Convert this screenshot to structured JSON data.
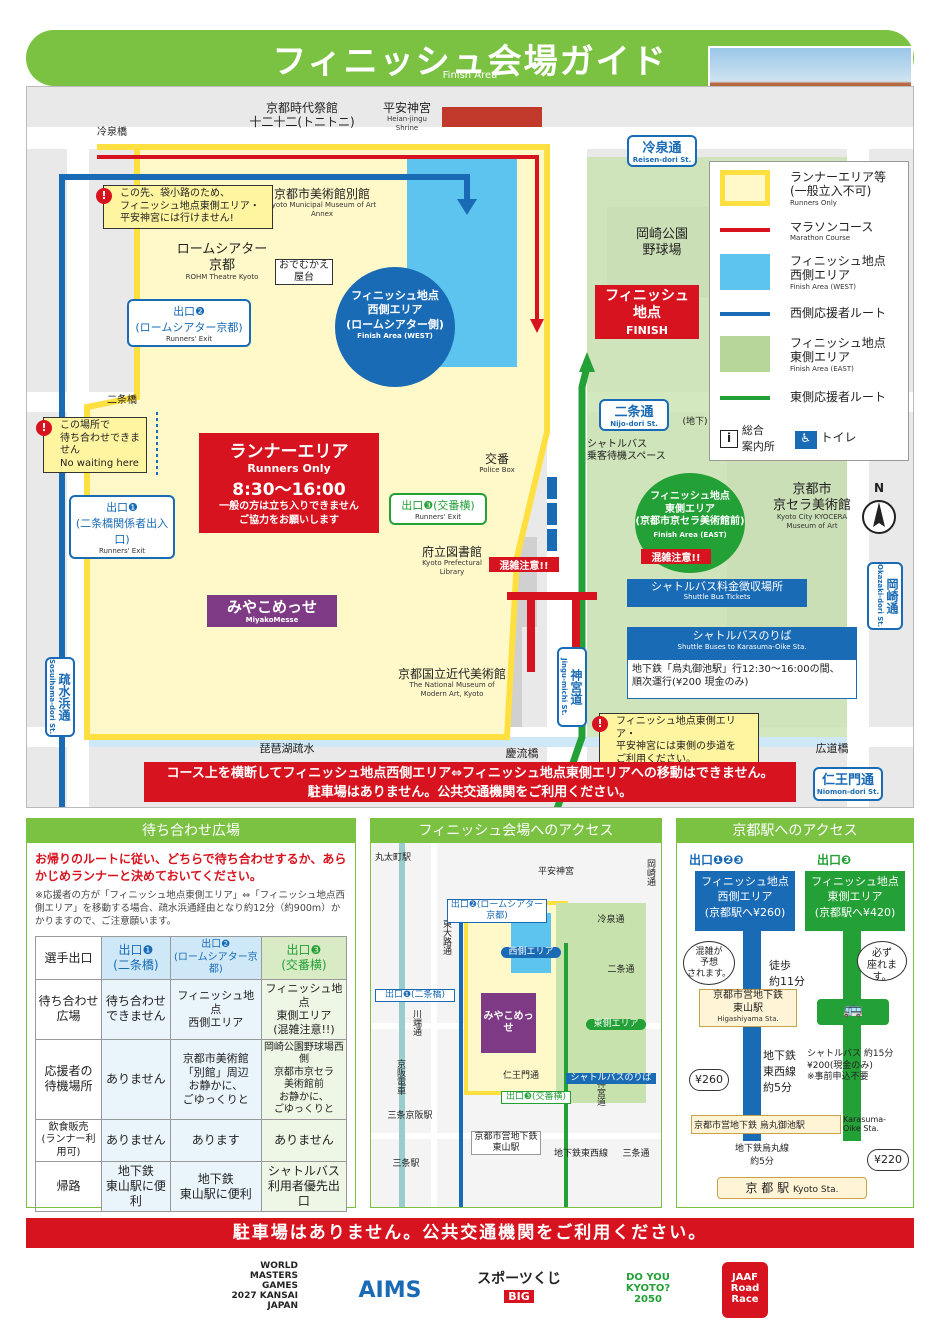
{
  "header": {
    "title": "フィニッシュ会場ガイド",
    "subtitle": "Finish Area"
  },
  "map": {
    "places": {
      "jidai": "京都時代祭館\n十二十二(トニトニ)",
      "heian_jp": "平安神宮",
      "heian_en": "Heian-jingu\nShrine",
      "reizenbashi": "冷泉橋",
      "annex_jp": "京都市美術館別館",
      "annex_en": "Kyoto Municipal Museum of Art Annex",
      "rohm_jp": "ロームシアター\n京都",
      "rohm_en": "ROHM Theatre Kyoto",
      "omotenashi": "おでむかえ\n屋台",
      "okazaki_jp": "岡崎公園\n野球場",
      "nijobashi": "二条橋",
      "koban_jp": "交番",
      "koban_en": "Police Box",
      "shuttle_wait": "シャトルバス\n乗客待機スペース",
      "kyocera_jp": "京都市\n京セラ美術館",
      "kyocera_en": "Kyoto City KYOCERA\nMuseum of Art",
      "library_jp": "府立図書館",
      "library_en": "Kyoto Prefectural\nLibrary",
      "miyakomesse_jp": "みやこめっせ",
      "miyakomesse_en": "MiyakoMesse",
      "momak_jp": "京都国立近代美術館",
      "momak_en": "The National Museum of\nModern Art, Kyoto",
      "biwako": "琵琶湖疏水",
      "keiryubashi": "慶流橋",
      "hirodobashi": "広道橋",
      "north": "N"
    },
    "streets": {
      "reizen_jp": "冷泉通",
      "reizen_en": "Reisen-dori St.",
      "nijo_jp": "二条通",
      "nijo_en": "Nijo-dori St.",
      "okazaki_jp": "岡崎通",
      "okazaki_en": "Okazaki-dori St.",
      "jingu_jp": "神宮道",
      "jingu_en": "Jingu-michi St.",
      "sosui_jp": "疏水浜通",
      "sosui_en": "Sosuihama-dori St.",
      "niomon_jp": "仁王門通",
      "niomon_en": "Niomon-dori St.",
      "chika": "(地下)"
    },
    "callouts": {
      "finish_west": "フィニッシュ地点\n西側エリア\n(ロームシアター側)",
      "finish_west_en": "Finish Area (WEST)",
      "finish": "フィニッシュ\n地点",
      "finish_en": "FINISH",
      "finish_east": "フィニッシュ地点\n東側エリア\n(京都市京セラ美術館前)",
      "finish_east_en": "Finish Area (EAST)",
      "crowd": "混雑注意!!",
      "exit2": "出口❷\n(ロームシアター京都)",
      "exit2_en": "Runners' Exit",
      "exit1": "出口❶\n(二条橋関係者出入口)",
      "exit1_en": "Runners' Exit",
      "exit3": "出口❸(交番横)",
      "exit3_en": "Runners' Exit",
      "runner_area": "ランナーエリア",
      "runner_area_en": "Runners Only",
      "runner_time": "8:30〜16:00",
      "runner_note": "一般の方は立ち入りできません\nご協力をお願いします",
      "shuttle_tickets": "シャトルバス料金徴収場所",
      "shuttle_tickets_en": "Shuttle Bus Tickets",
      "shuttle_stop": "シャトルバスのりば",
      "shuttle_stop_en": "Shuttle Buses to Karasuma-Oike Sta.",
      "shuttle_note": "地下鉄「烏丸御池駅」行12:30〜16:00の間、\n順次運行(¥200 現金のみ)"
    },
    "warnings": {
      "w1": "この先、袋小路のため、\nフィニッシュ地点東側エリア・\n平安神宮には行けません!",
      "w2": "この場所で\n待ち合わせできません\nNo waiting here",
      "w3": "フィニッシュ地点東側エリア・\n平安神宮には東側の歩道を\nご利用ください。"
    },
    "banner": "コース上を横断してフィニッシュ地点西側エリア⇔フィニッシュ地点東側エリアへの移動はできません。\n駐車場はありません。公共交通機関をご利用ください。"
  },
  "legend": {
    "items": [
      {
        "label": "ランナーエリア等\n(一般立入不可)",
        "en": "Runners Only",
        "color": "#ffe040"
      },
      {
        "label": "マラソンコース",
        "en": "Marathon Course",
        "color": "#d7131f"
      },
      {
        "label": "フィニッシュ地点\n西側エリア",
        "en": "Finish Area (WEST)",
        "color": "#5cc4ef"
      },
      {
        "label": "西側応援者ルート",
        "en": "",
        "color": "#1a6bb5"
      },
      {
        "label": "フィニッシュ地点\n東側エリア",
        "en": "Finish Area (EAST)",
        "color": "#b7d79a"
      },
      {
        "label": "東側応援者ルート",
        "en": "",
        "color": "#23a036"
      }
    ],
    "info": "総合\n案内所",
    "toilet": "トイレ"
  },
  "panel1": {
    "title": "待ち合わせ広場",
    "lead": "お帰りのルートに従い、どちらで待ち合わせするか、あらかじめランナーと決めておいてください。",
    "note": "※応援者の方が「フィニッシュ地点東側エリア」⇔「フィニッシュ地点西側エリア」を移動する場合、疏水浜通経由となり約12分（約900m）かかりますので、ご注意願います。",
    "rows": [
      {
        "h": "選手出口",
        "c": [
          "出口❶\n(二条橋)",
          "出口❷\n(ロームシアター京都)",
          "出口❸\n(交番横)"
        ]
      },
      {
        "h": "待ち合わせ\n広場",
        "c": [
          "待ち合わせ\nできません",
          "フィニッシュ地点\n西側エリア",
          "フィニッシュ地点\n東側エリア\n(混雑注意!!)"
        ]
      },
      {
        "h": "応援者の\n待機場所",
        "c": [
          "ありません",
          "京都市美術館\n「別館」周辺\nお静かに、\nごゆっくりと",
          "岡崎公園野球場西側\n京都市京セラ\n美術館前\nお静かに、\nごゆっくりと"
        ]
      },
      {
        "h": "飲食販売\n(ランナー利用可)",
        "c": [
          "ありません",
          "あります",
          "ありません"
        ]
      },
      {
        "h": "帰路",
        "c": [
          "地下鉄\n東山駅に便利",
          "地下鉄\n東山駅に便利",
          "シャトルバス\n利用者優先出口"
        ]
      }
    ]
  },
  "panel2": {
    "title": "フィニッシュ会場へのアクセス",
    "labels": [
      "丸太町駅",
      "平安神宮",
      "冷泉通",
      "二条通",
      "東大路通",
      "岡崎通",
      "仁王門通",
      "京阪電車",
      "川端通",
      "三条京阪駅",
      "三条駅",
      "京都市営地下鉄東山駅",
      "地下鉄東西線",
      "三条通",
      "神宮道",
      "みやこめっせ",
      "西側エリア",
      "東側エリア",
      "シャトルバスのりば"
    ],
    "exit1": "出口❶(二条橋)",
    "exit2": "出口❷(ロームシアター京都)",
    "exit3": "出口❸(交番横)"
  },
  "panel3": {
    "title": "京都駅へのアクセス",
    "west_head": "出口❶❷❸",
    "east_head": "出口❸",
    "west_box": "フィニッシュ地点\n西側エリア\n(京都駅へ¥260)",
    "east_box": "フィニッシュ地点\n東側エリア\n(京都駅へ¥420)",
    "crowd_note": "混雑が\n予想\nされます。",
    "walk": "徒歩\n約11分",
    "seat": "必ず\n座れます。",
    "higashiyama": "京都市営地下鉄\n東山駅",
    "higashiyama_en": "Higashiyama Sta.",
    "subway": "地下鉄\n東西線\n約5分",
    "bus": "シャトルバス 約15分\n¥200(現金のみ)\n※事前申込不要",
    "fare_west": "¥260",
    "fare_east": "¥220",
    "karasuma": "京都市営地下鉄 烏丸御池駅",
    "karasuma_en": "Karasuma-Oike Sta.",
    "karasuma_line": "地下鉄烏丸線\n約5分",
    "kyoto_sta": "京 都 駅",
    "kyoto_sta_en": "Kyoto Sta."
  },
  "bottom_banner": "駐車場はありません。公共交通機関をご利用ください。",
  "logos": {
    "wmg": "WORLD\nMASTERS\nGAMES\n2027 KANSAI\nJAPAN",
    "aims": "AIMS",
    "sports": "スポーツくじ",
    "big": "BIG",
    "dyk": "DO YOU KYOTO?\n2050",
    "jaaf": "JAAF\nRoad Race"
  }
}
